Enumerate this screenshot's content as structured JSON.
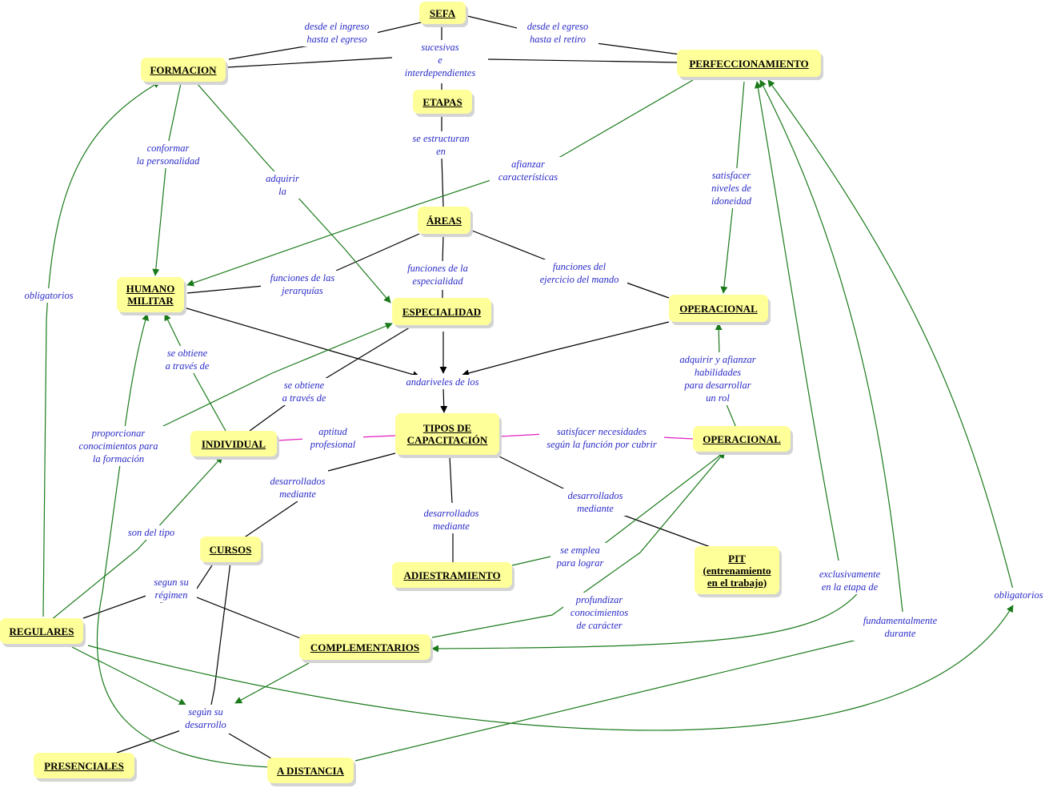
{
  "nodes": {
    "sefa": "SEFA",
    "formacion": "FORMACION",
    "perfeccionamiento": "PERFECCIONAMIENTO",
    "etapas": "ETAPAS",
    "areas": "ÁREAS",
    "humano_militar": "HUMANO\nMILITAR",
    "especialidad": "ESPECIALIDAD",
    "operacional_top": "OPERACIONAL",
    "tipos_capacitacion": "TIPOS DE\nCAPACITACIÓN",
    "individual": "INDIVIDUAL",
    "operacional_mid": "OPERACIONAL",
    "cursos": "CURSOS",
    "adiestramiento": "ADIESTRAMIENTO",
    "pit": "PIT\n(entrenamiento\nen el trabajo)",
    "regulares": "REGULARES",
    "complementarios": "COMPLEMENTARIOS",
    "presenciales": "PRESENCIALES",
    "a_distancia": "A DISTANCIA"
  },
  "links": {
    "desde_ingreso": "desde el ingreso\nhasta el egreso",
    "desde_egreso": "desde el egreso\nhasta el retiro",
    "sucesivas": "sucesivas\ne\ninterdependientes",
    "se_estructuran": "se estructuran\nen",
    "conformar": "conformar\nla personalidad",
    "adquirir_la": "adquirir\nla",
    "afianzar": "afianzar\ncaracterísticas",
    "satisfacer_niveles": "satisfacer\nniveles de\nidoneidad",
    "obligatorios_left": "obligatorios",
    "funciones_jerarquias": "funciones de las\njerarquías",
    "funciones_especialidad": "funciones de la\nespecialidad",
    "funciones_mando": "funciones del\nejercicio del mando",
    "se_obtiene_1": "se obtiene\na través de",
    "andariveles": "andariveles de los",
    "adquirir_afianzar": "adquirir y afianzar\nhabilidades\npara desarrollar\nun rol",
    "se_obtiene_2": "se obtiene\na través de",
    "proporcionar": "proporcionar\nconocimientos para\nla formación",
    "aptitud": "aptitud\nprofesional",
    "satisfacer_necesidades": "satisfacer necesidades\nsegún la función por cubrir",
    "desarrollados_1": "desarrollados\nmediante",
    "desarrollados_2": "desarrollados\nmediante",
    "desarrollados_3": "desarrollados\nmediante",
    "son_del_tipo": "son del tipo",
    "se_emplea": "se emplea\npara lograr",
    "profundizar": "profundizar\nconocimientos\nde carácter",
    "exclusivamente": "exclusivamente\nen la etapa de",
    "obligatorios_right": "obligatorios",
    "segun_regimen": "segun su\nrégimen",
    "fundamentalmente": "fundamentalmente\ndurante",
    "segun_desarrollo": "según su\ndesarrollo"
  },
  "colors": {
    "node_fill": "#ffff99",
    "label_text": "#2b2bc8",
    "line_black": "#000000",
    "line_green": "#1a7a1a",
    "line_magenta": "#e020c0"
  }
}
